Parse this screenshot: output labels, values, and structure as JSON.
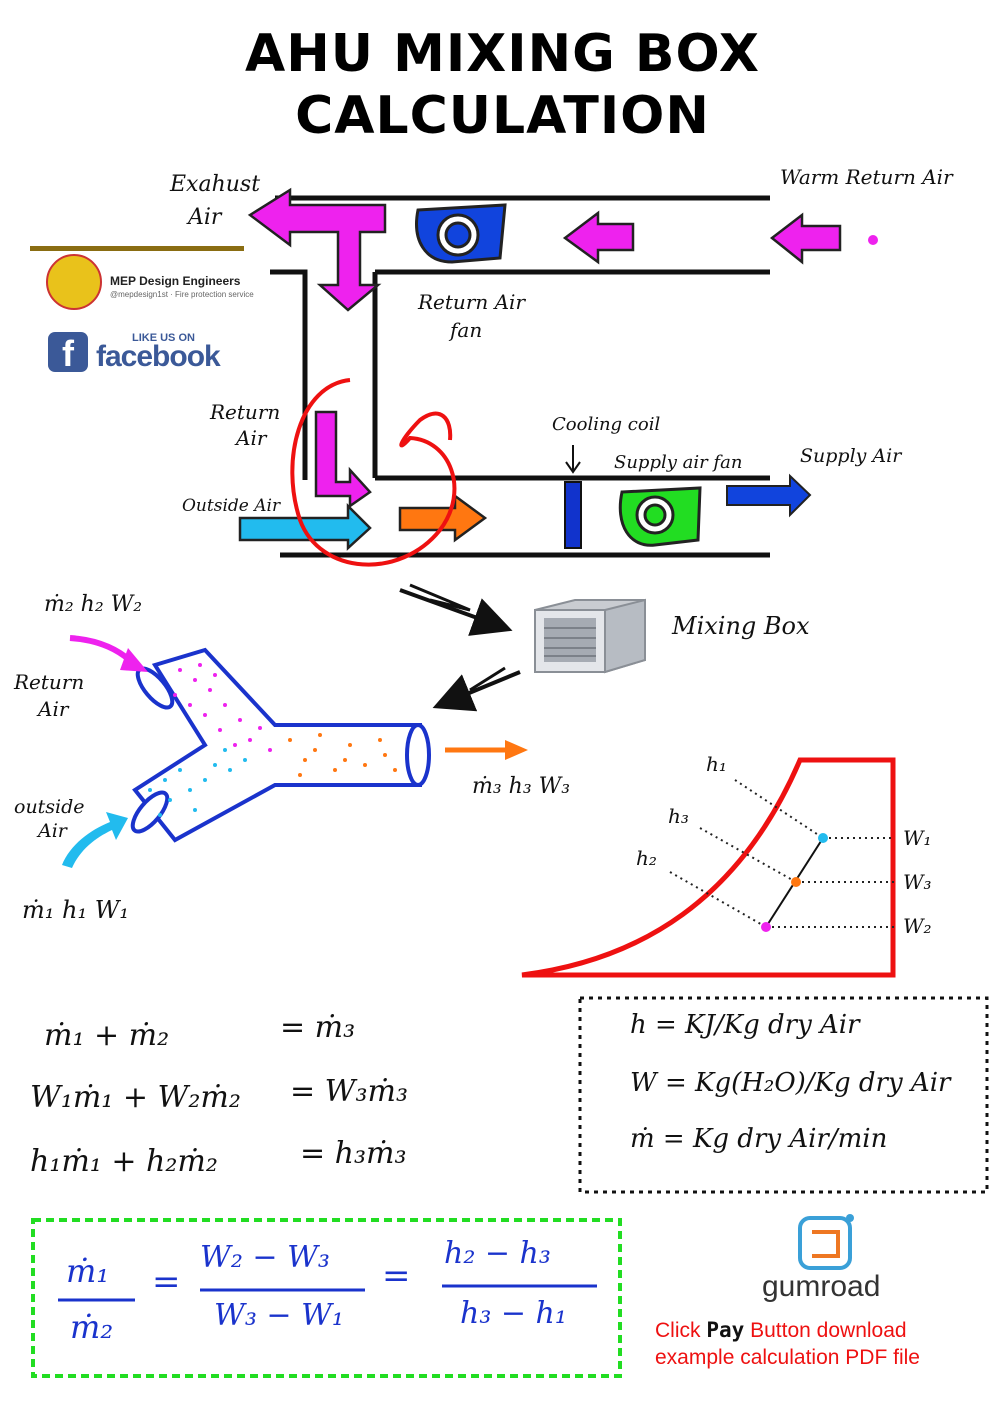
{
  "title": {
    "line1": "AHU MIXING BOX",
    "line2": "CALCULATION"
  },
  "ahu": {
    "exhaust": "Exahust",
    "exhaust2": "Air",
    "warm_return": "Warm Return Air",
    "return_fan1": "Return Air",
    "return_fan2": "fan",
    "return_air1": "Return",
    "return_air2": "Air",
    "outside_air": "Outside Air",
    "cooling_coil": "Cooling coil",
    "supply_fan": "Supply air fan",
    "supply_air": "Supply Air"
  },
  "social": {
    "page_name": "MEP Design Engineers",
    "page_handle": "@mepdesign1st · Fire protection service",
    "like_us": "LIKE US ON",
    "facebook": "facebook"
  },
  "mixing": {
    "box_label": "Mixing Box",
    "in2": "ṁ₂ h₂ W₂",
    "return1": "Return",
    "return2": "Air",
    "outside1": "outside",
    "outside2": "Air",
    "in1": "ṁ₁ h₁ W₁",
    "out3": "ṁ₃ h₃ W₃"
  },
  "psych": {
    "h1": "h₁",
    "h3": "h₃",
    "h2": "h₂",
    "w1": "W₁",
    "w3": "W₃",
    "w2": "W₂"
  },
  "equations": {
    "eq1_l": "ṁ₁ + ṁ₂",
    "eq1_r": "= ṁ₃",
    "eq2_l": "W₁ṁ₁ + W₂ṁ₂",
    "eq2_r": "= W₃ṁ₃",
    "eq3_l": "h₁ṁ₁ + h₂ṁ₂",
    "eq3_r": "= h₃ṁ₃"
  },
  "units": {
    "h": "h = KJ/Kg dry Air",
    "w": "W = Kg(H₂O)/Kg dry Air",
    "m": "ṁ = Kg dry Air/min"
  },
  "ratio": {
    "num1": "ṁ₁",
    "den1": "ṁ₂",
    "num2": "W₂ − W₃",
    "den2": "W₃ − W₁",
    "num3": "h₂ − h₃",
    "den3": "h₃ − h₁",
    "eq": "="
  },
  "gumroad": {
    "logo": "gumroad",
    "cta_a": "Click ",
    "cta_pay": "Pay",
    "cta_b": " Button download",
    "cta_line2": "example calculation PDF file"
  },
  "colors": {
    "magenta": "#ee22ee",
    "cyan": "#22bbee",
    "orange": "#ff7711",
    "blue": "#1144dd",
    "green": "#22dd22",
    "red": "#ee1111",
    "dkblue": "#1a33cc"
  }
}
